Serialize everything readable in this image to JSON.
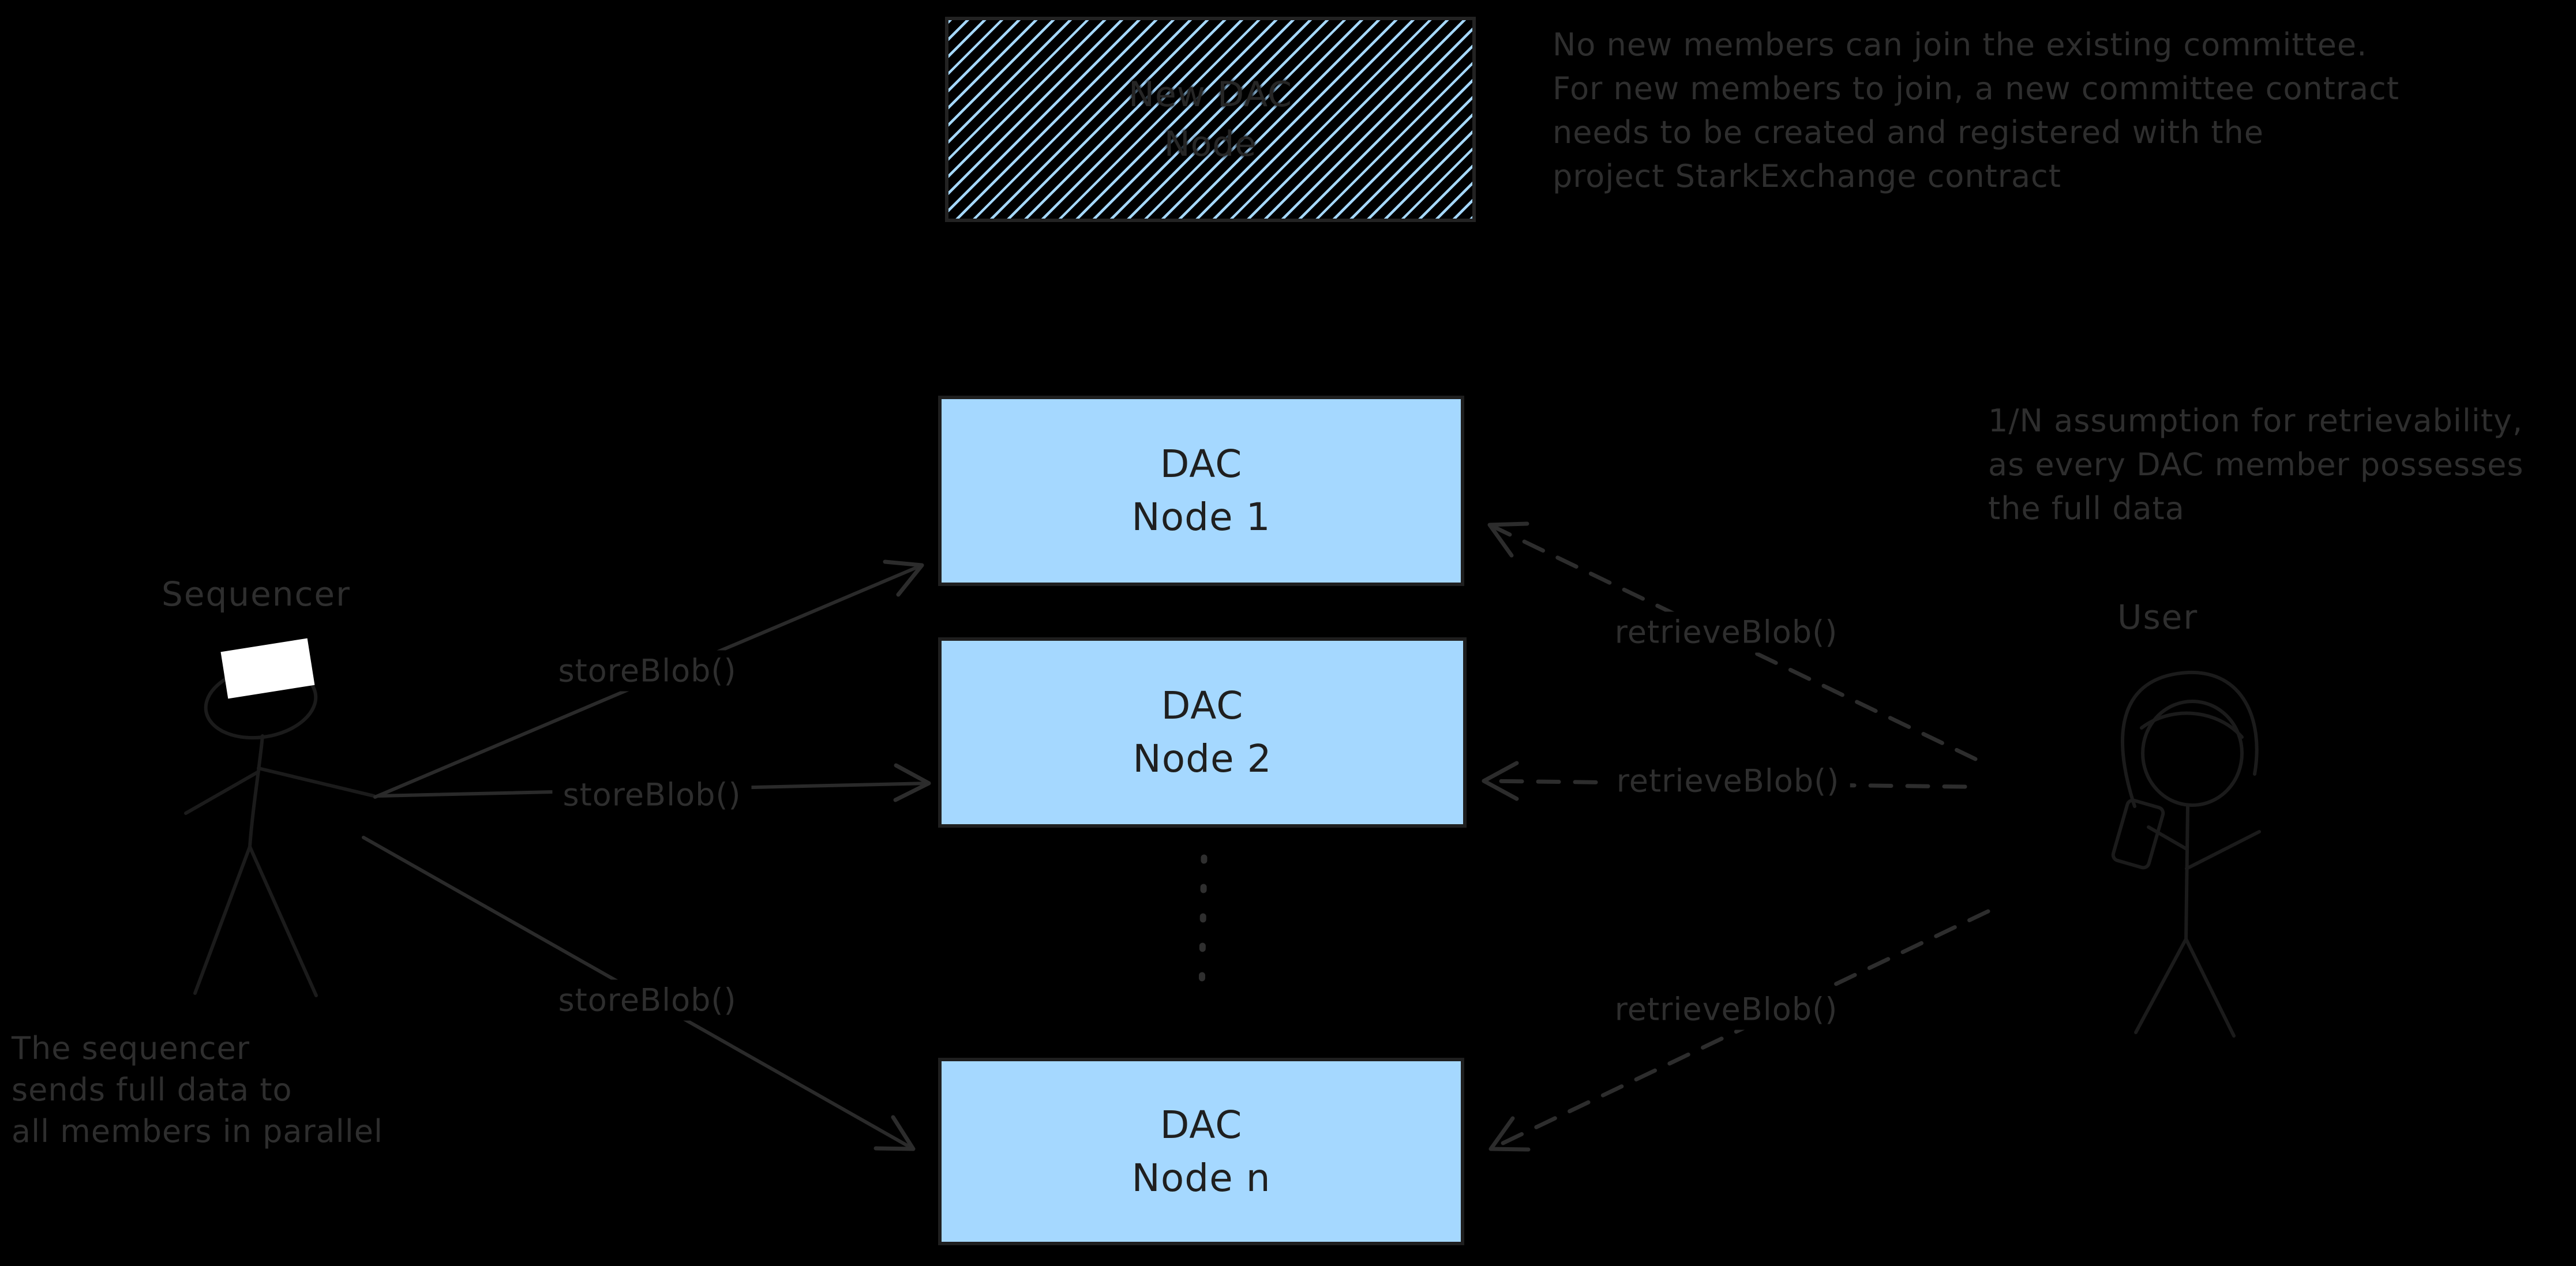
{
  "colors": {
    "background": "#000000",
    "node_fill": "#a5d8ff",
    "node_border": "#1f1f1f",
    "ink": "#2e2e2e",
    "faint_ink": "#1b1b1b",
    "white": "#ffffff"
  },
  "new_node": {
    "line1": "New DAC",
    "line2": "Node"
  },
  "nodes": [
    {
      "line1": "DAC",
      "line2": "Node 1"
    },
    {
      "line1": "DAC",
      "line2": "Node 2"
    },
    {
      "line1": "DAC",
      "line2": "Node n"
    }
  ],
  "actors": {
    "sequencer": "Sequencer",
    "user": "User"
  },
  "edge_labels": {
    "store": [
      "storeBlob()",
      "storeBlob()",
      "storeBlob()"
    ],
    "retrieve": [
      "retrieveBlob()",
      "retrieveBlob()",
      "retrieveBlob()"
    ]
  },
  "annotations": {
    "committee": [
      "No new members can join the existing committee.",
      "For new members to join, a new committee contract",
      "needs to be created and registered with the",
      "project StarkExchange contract"
    ],
    "retrievability": [
      "1/N assumption for retrievability,",
      "as every DAC member possesses",
      "the full data"
    ],
    "sequencer_note": [
      "The sequencer",
      "sends full data to",
      "all members in parallel"
    ]
  }
}
